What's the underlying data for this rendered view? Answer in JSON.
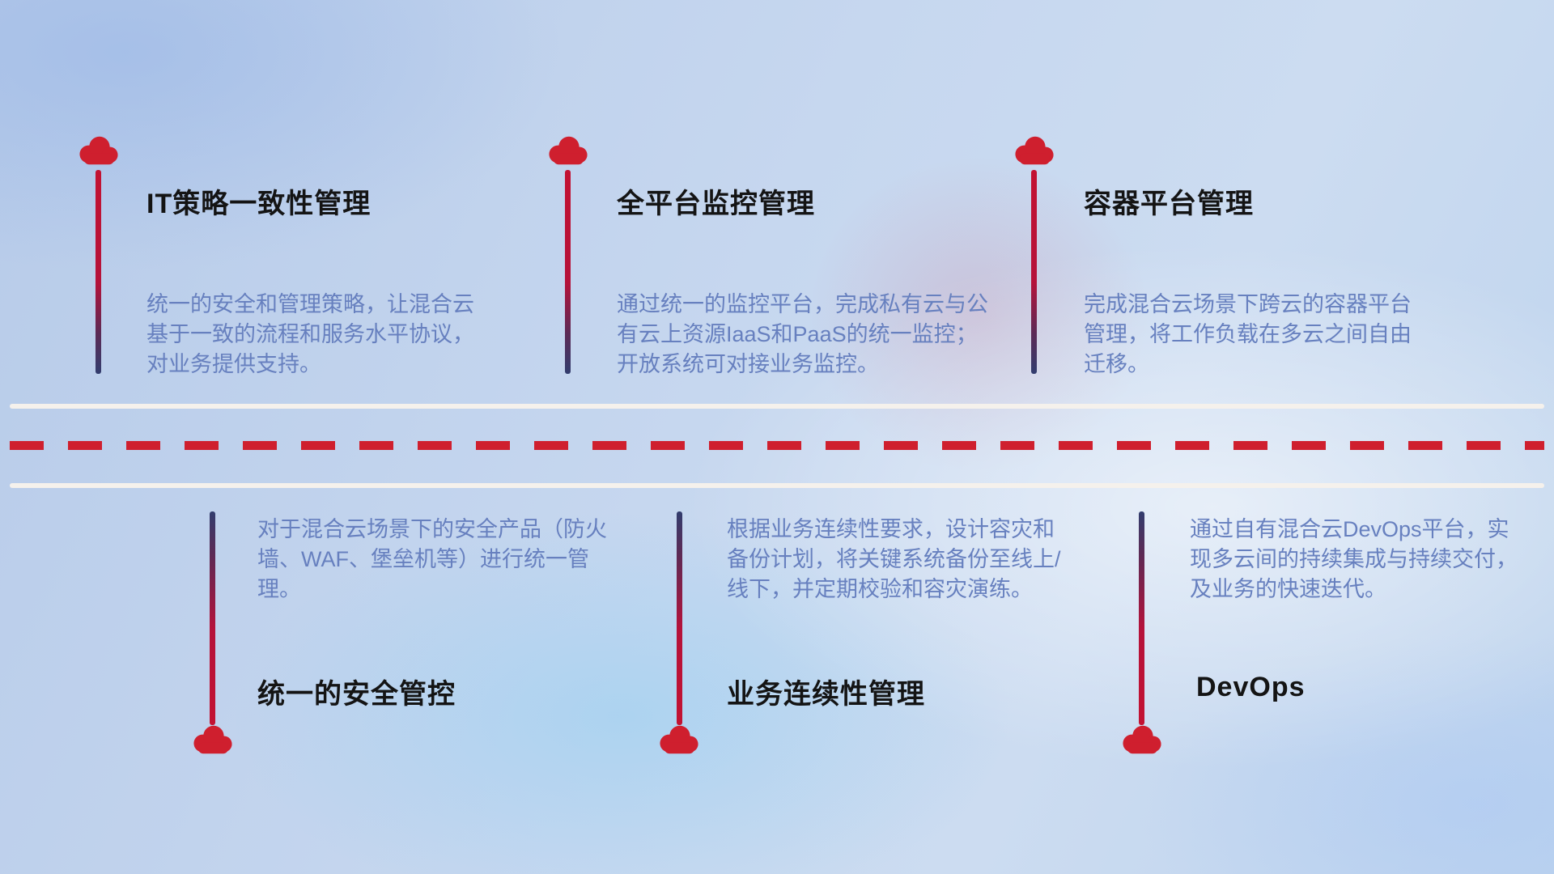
{
  "theme": {
    "accent_red": "#cf1f2e",
    "title_color": "#141414",
    "description_color": "#6780bf",
    "stem_red": "#c31232",
    "stem_navy": "#323d6e",
    "road_line_color": "#f5f1ec"
  },
  "icons": {
    "marker": "cloud-icon"
  },
  "items_top": [
    {
      "title": "IT策略一致性管理",
      "desc": "统一的安全和管理策略，让混合云基于一致的流程和服务水平协议，对业务提供支持。"
    },
    {
      "title": "全平台监控管理",
      "desc": "通过统一的监控平台，完成私有云与公有云上资源IaaS和PaaS的统一监控；开放系统可对接业务监控。"
    },
    {
      "title": "容器平台管理",
      "desc": "完成混合云场景下跨云的容器平台管理，将工作负载在多云之间自由迁移。"
    }
  ],
  "items_bottom": [
    {
      "title": "统一的安全管控",
      "desc": "对于混合云场景下的安全产品（防火墙、WAF、堡垒机等）进行统一管理。"
    },
    {
      "title": "业务连续性管理",
      "desc": "根据业务连续性要求，设计容灾和备份计划，将关键系统备份至线上/线下，并定期校验和容灾演练。"
    },
    {
      "title": "DevOps",
      "desc": "通过自有混合云DevOps平台，实现多云间的持续集成与持续交付，及业务的快速迭代。"
    }
  ]
}
